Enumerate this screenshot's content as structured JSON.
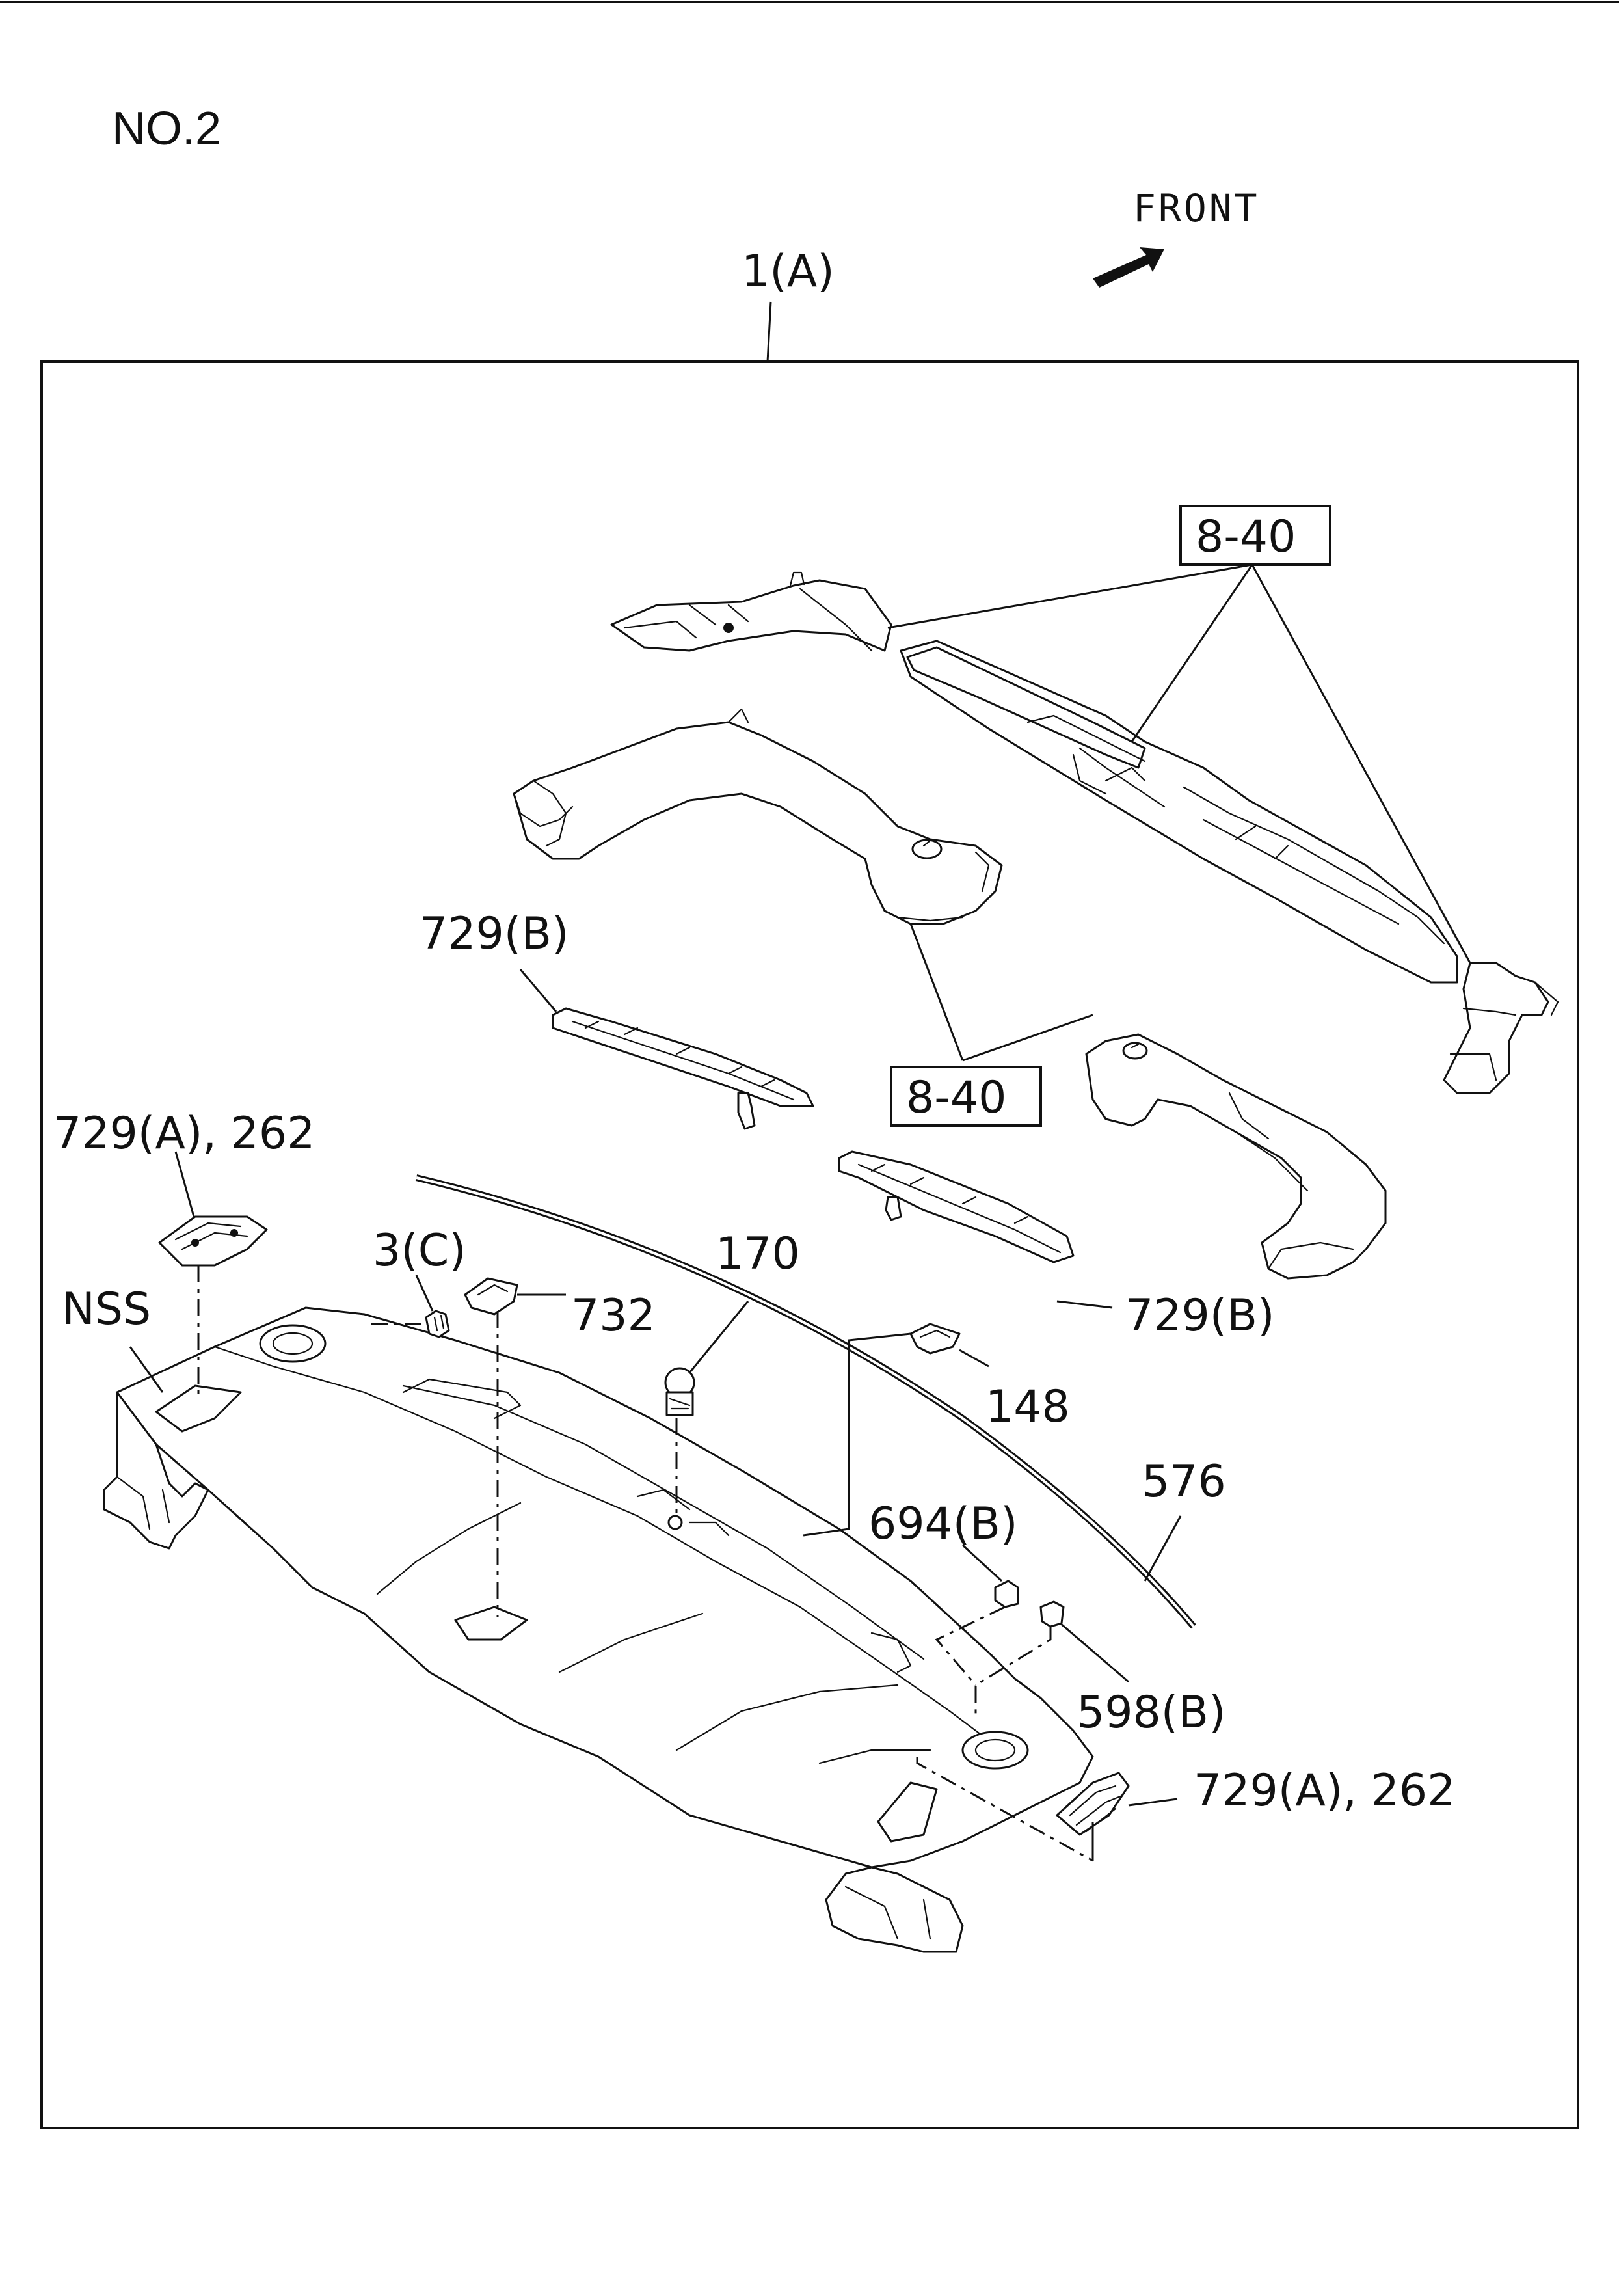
{
  "title": "NO.2",
  "front_label": "FRONT",
  "assembly_label": "1(A)",
  "callouts": {
    "ref_box_top": "8-40",
    "ref_box_mid": "8-40",
    "grille_upper": "729(B)",
    "grille_lower": "729(B)",
    "vent_left": "729(A), 262",
    "vent_right": "729(A), 262",
    "nss": "NSS",
    "screw": "3(C)",
    "clip_732": "732",
    "part_170": "170",
    "part_148": "148",
    "strip_576": "576",
    "clip_694": "694(B)",
    "nut_598": "598(B)"
  },
  "colors": {
    "ink": "#111111",
    "paper": "#ffffff"
  }
}
